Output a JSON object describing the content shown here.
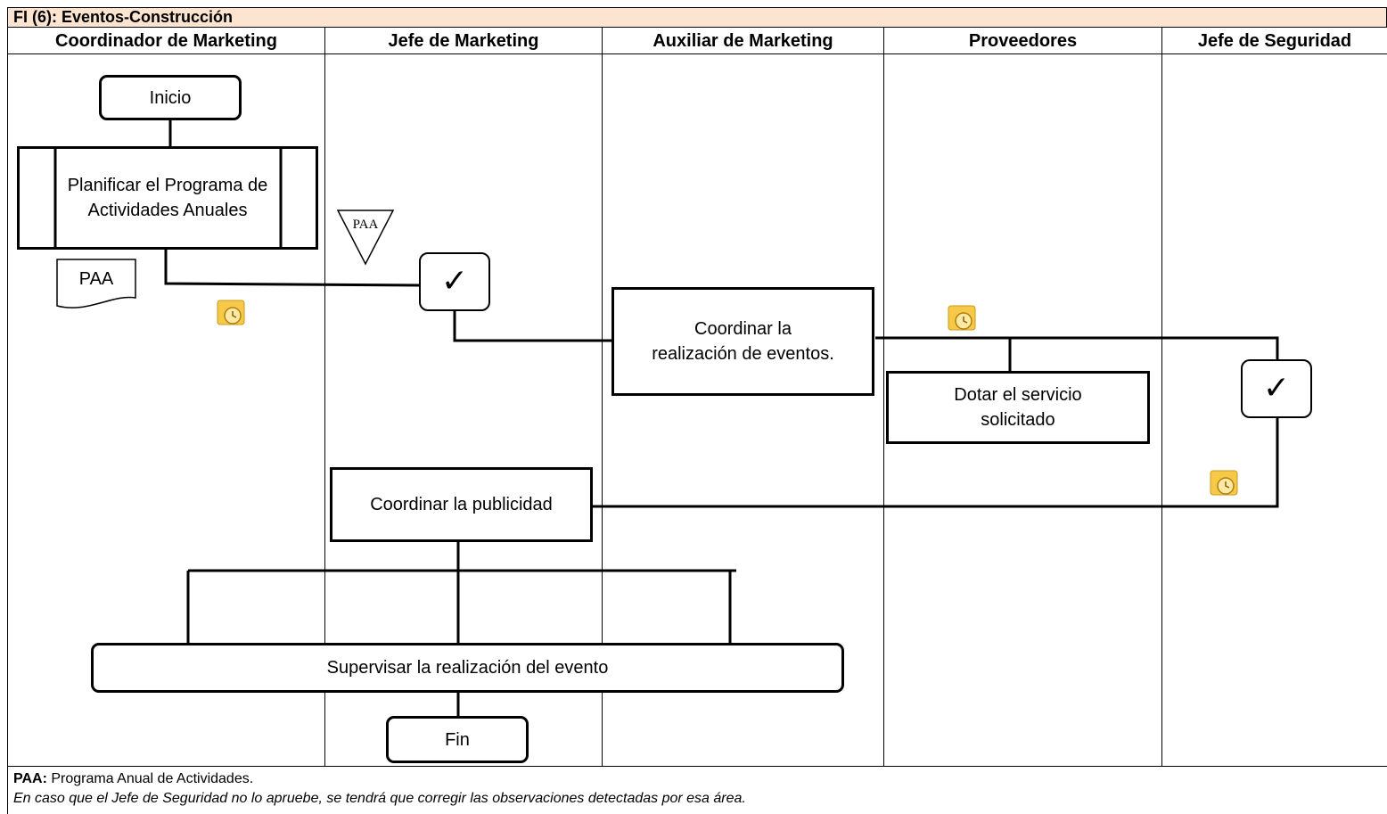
{
  "title": "FI (6): Eventos-Construcción",
  "lanes": [
    "Coordinador de Marketing",
    "Jefe de Marketing",
    "Auxiliar de Marketing",
    "Proveedores",
    "Jefe de Seguridad"
  ],
  "nodes": {
    "start": "Inicio",
    "plan": "Planificar el Programa de Actividades Anuales",
    "doc": "PAA",
    "archive": "PAA",
    "approve_mark": "✓",
    "coord_events": "Coordinar la realización de eventos.",
    "supply": "Dotar el servicio solicitado",
    "security_mark": "✓",
    "coord_ads": "Coordinar la publicidad",
    "supervise": "Supervisar la realización del evento",
    "end": "Fin"
  },
  "footer": {
    "abbr_term": "PAA:",
    "abbr_def": " Programa Anual de Actividades.",
    "note": "En caso que el Jefe de Seguridad no lo apruebe, se tendrá que corregir las observaciones detectadas por esa área."
  },
  "icons": [
    "time-icon",
    "time-icon",
    "time-icon"
  ]
}
